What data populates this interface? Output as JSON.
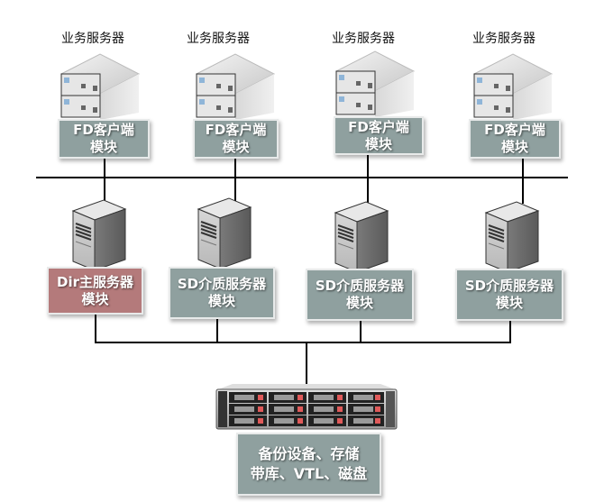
{
  "diagram": {
    "business_servers": [
      {
        "title": "业务服务器",
        "module_line1": "FD客户端",
        "module_line2": "模块"
      },
      {
        "title": "业务服务器",
        "module_line1": "FD客户端",
        "module_line2": "模块"
      },
      {
        "title": "业务服务器",
        "module_line1": "FD客户端",
        "module_line2": "模块"
      },
      {
        "title": "业务服务器",
        "module_line1": "FD客户端",
        "module_line2": "模块"
      }
    ],
    "mid_servers": [
      {
        "line1": "Dir主服务器",
        "line2": "模块",
        "role": "director"
      },
      {
        "line1": "SD介质服务器",
        "line2": "模块",
        "role": "storage-daemon"
      },
      {
        "line1": "SD介质服务器",
        "line2": "模块",
        "role": "storage-daemon"
      },
      {
        "line1": "SD介质服务器",
        "line2": "模块",
        "role": "storage-daemon"
      }
    ],
    "storage": {
      "line1": "备份设备、存储",
      "line2": "带库、VTL、磁盘"
    },
    "colors": {
      "client_box": "#8fa09f",
      "director_box": "#b47a7b",
      "line": "#000000"
    }
  }
}
